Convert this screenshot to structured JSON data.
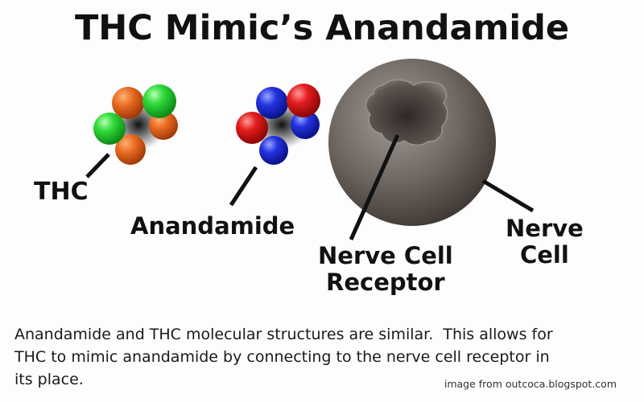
{
  "title": "THC Mimic’s Anandamide",
  "labels": {
    "thc": "THC",
    "anandamide": "Anandamide",
    "receptor_line1": "Nerve Cell",
    "receptor_line2": "Receptor",
    "cell_line1": "Nerve",
    "cell_line2": "Cell"
  },
  "caption": {
    "line1": "Anandamide and THC molecular structures are similar.  This allows for",
    "line2": "THC to mimic anandamide by connecting to the nerve cell receptor in",
    "line3": "its place."
  },
  "credit": "image from outcoca.blogspot.com",
  "colors": {
    "thc_orange": "#e0601a",
    "thc_green": "#22cc33",
    "anandamide_red": "#dd1a1a",
    "anandamide_blue": "#1a2ad4",
    "cell_gray": "#6e6762",
    "text": "#111111"
  }
}
